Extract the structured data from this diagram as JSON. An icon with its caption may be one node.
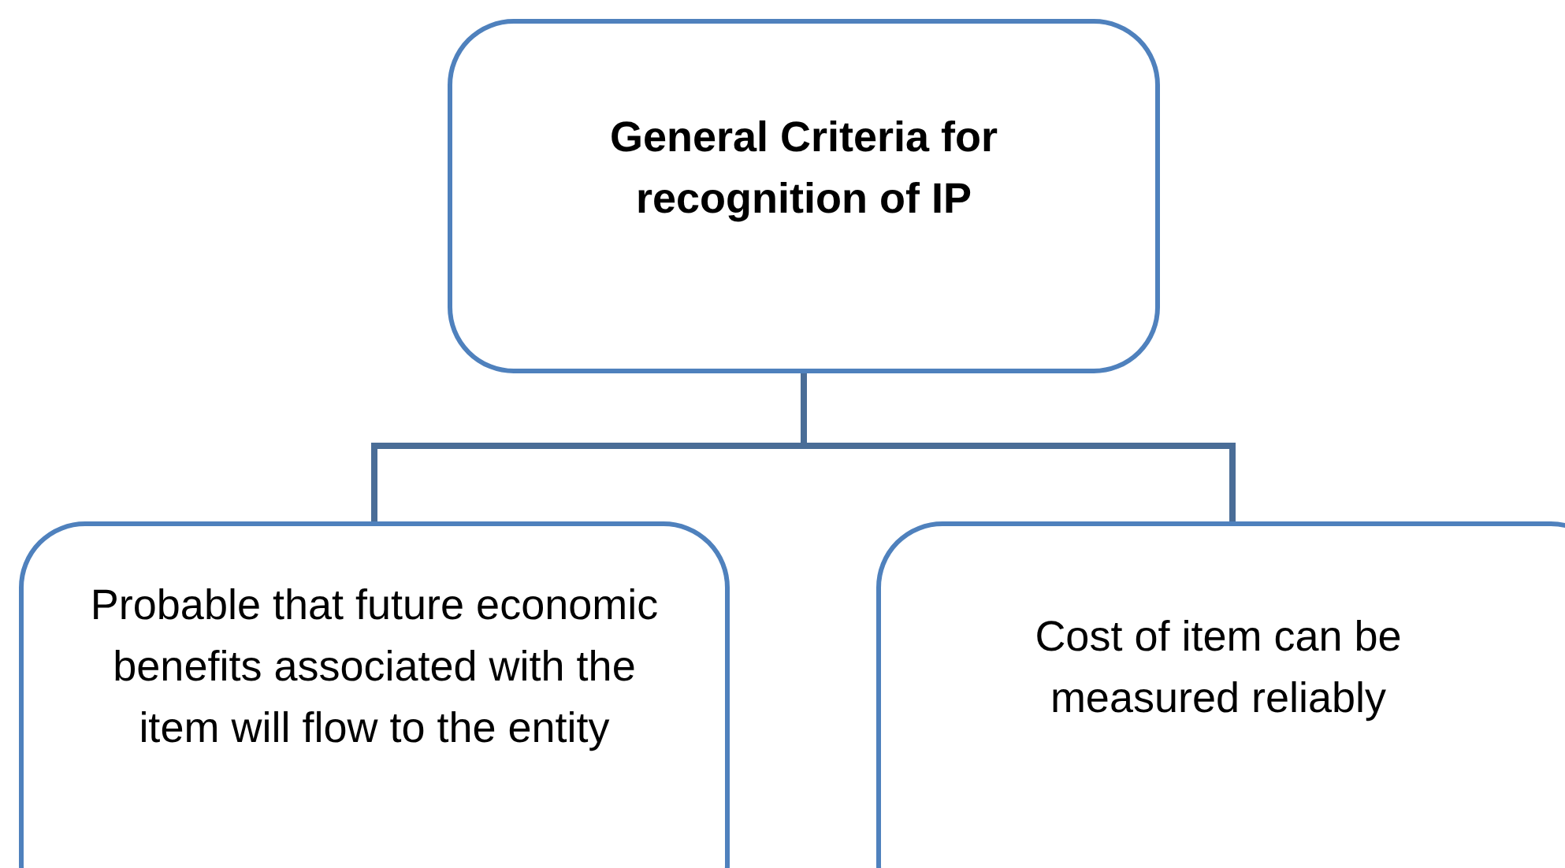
{
  "diagram": {
    "nodes": [
      {
        "text": [
          "General Criteria for recognition of IP"
        ]
      },
      {
        "text": [
          "Probable that future economic benefits associated with the item will flow to the entity"
        ]
      },
      {
        "text": [
          "Cost of item can be measured reliably"
        ]
      }
    ],
    "edges": [
      {
        "from": 0,
        "to": 1,
        "arrow": "none"
      },
      {
        "from": 0,
        "to": 2,
        "arrow": "none"
      }
    ]
  }
}
